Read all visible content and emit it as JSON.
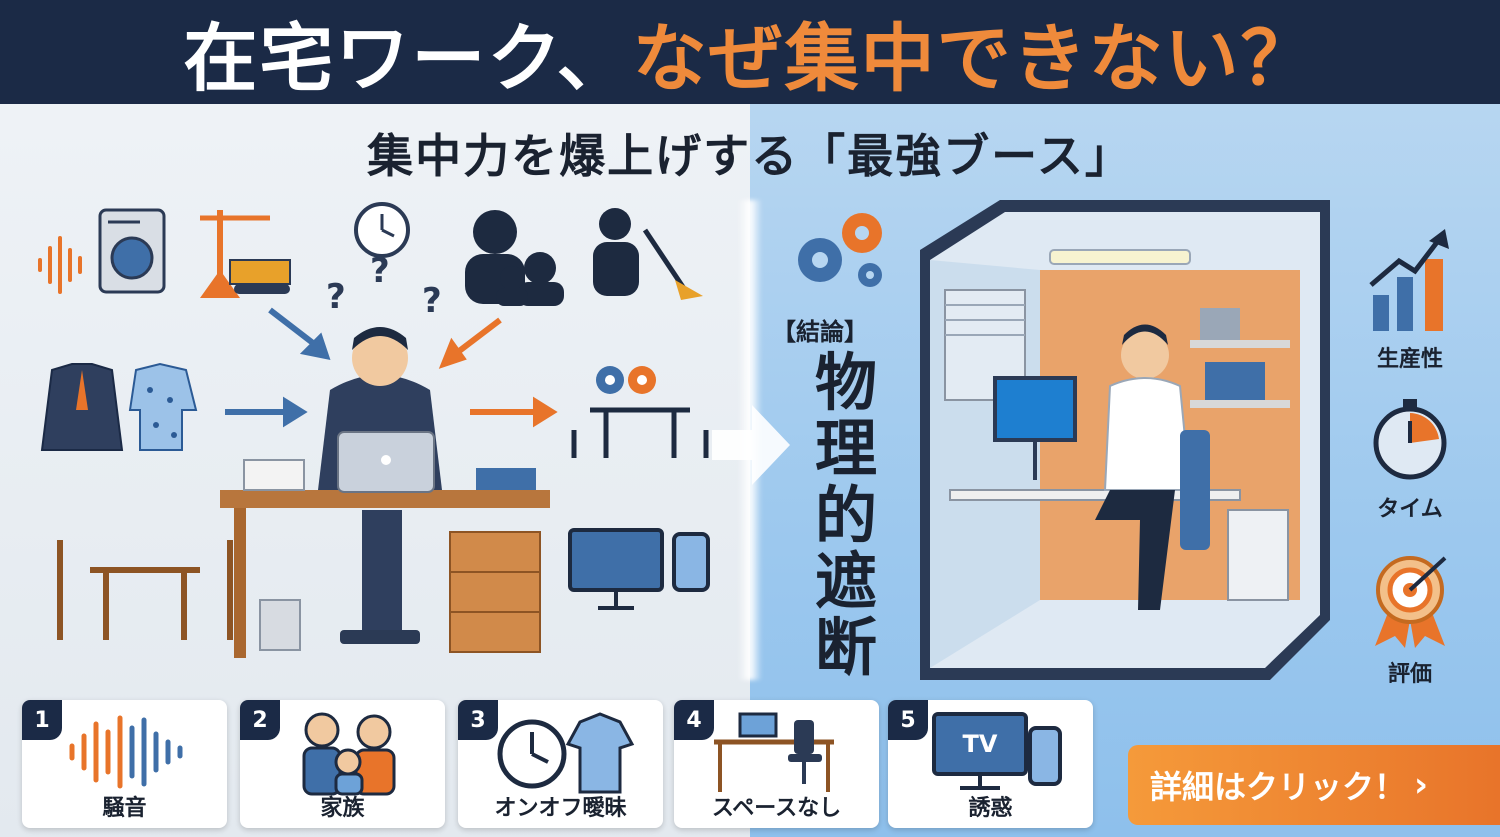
{
  "header": {
    "title_part1": "在宅ワーク、",
    "title_part2": "なぜ集中できない？",
    "subtitle": "集中力を爆上げする「最強ブース」"
  },
  "conclusion": {
    "label": "【結論】",
    "chars": [
      "物",
      "理",
      "的",
      "遮",
      "断"
    ]
  },
  "metrics": [
    {
      "label": "生産性",
      "icon": "growth-chart-icon"
    },
    {
      "label": "タイム",
      "icon": "stopwatch-icon"
    },
    {
      "label": "評価",
      "icon": "target-award-icon"
    }
  ],
  "cards": [
    {
      "num": "1",
      "label": "騒音",
      "icon": "sound-wave-icon"
    },
    {
      "num": "2",
      "label": "家族",
      "icon": "family-icon"
    },
    {
      "num": "3",
      "label": "オンオフ曖昧",
      "icon": "clock-shirt-icon"
    },
    {
      "num": "4",
      "label": "スペースなし",
      "icon": "desk-chair-icon"
    },
    {
      "num": "5",
      "label": "誘惑",
      "icon": "tv-phone-icon"
    }
  ],
  "tv_text": "TV",
  "cta": {
    "label": "詳細はクリック！",
    "chevron": "›"
  },
  "colors": {
    "navy": "#1b2a46",
    "orange": "#ef8a3b",
    "blue": "#3f6fa8",
    "light_blue": "#9cc8ee"
  }
}
